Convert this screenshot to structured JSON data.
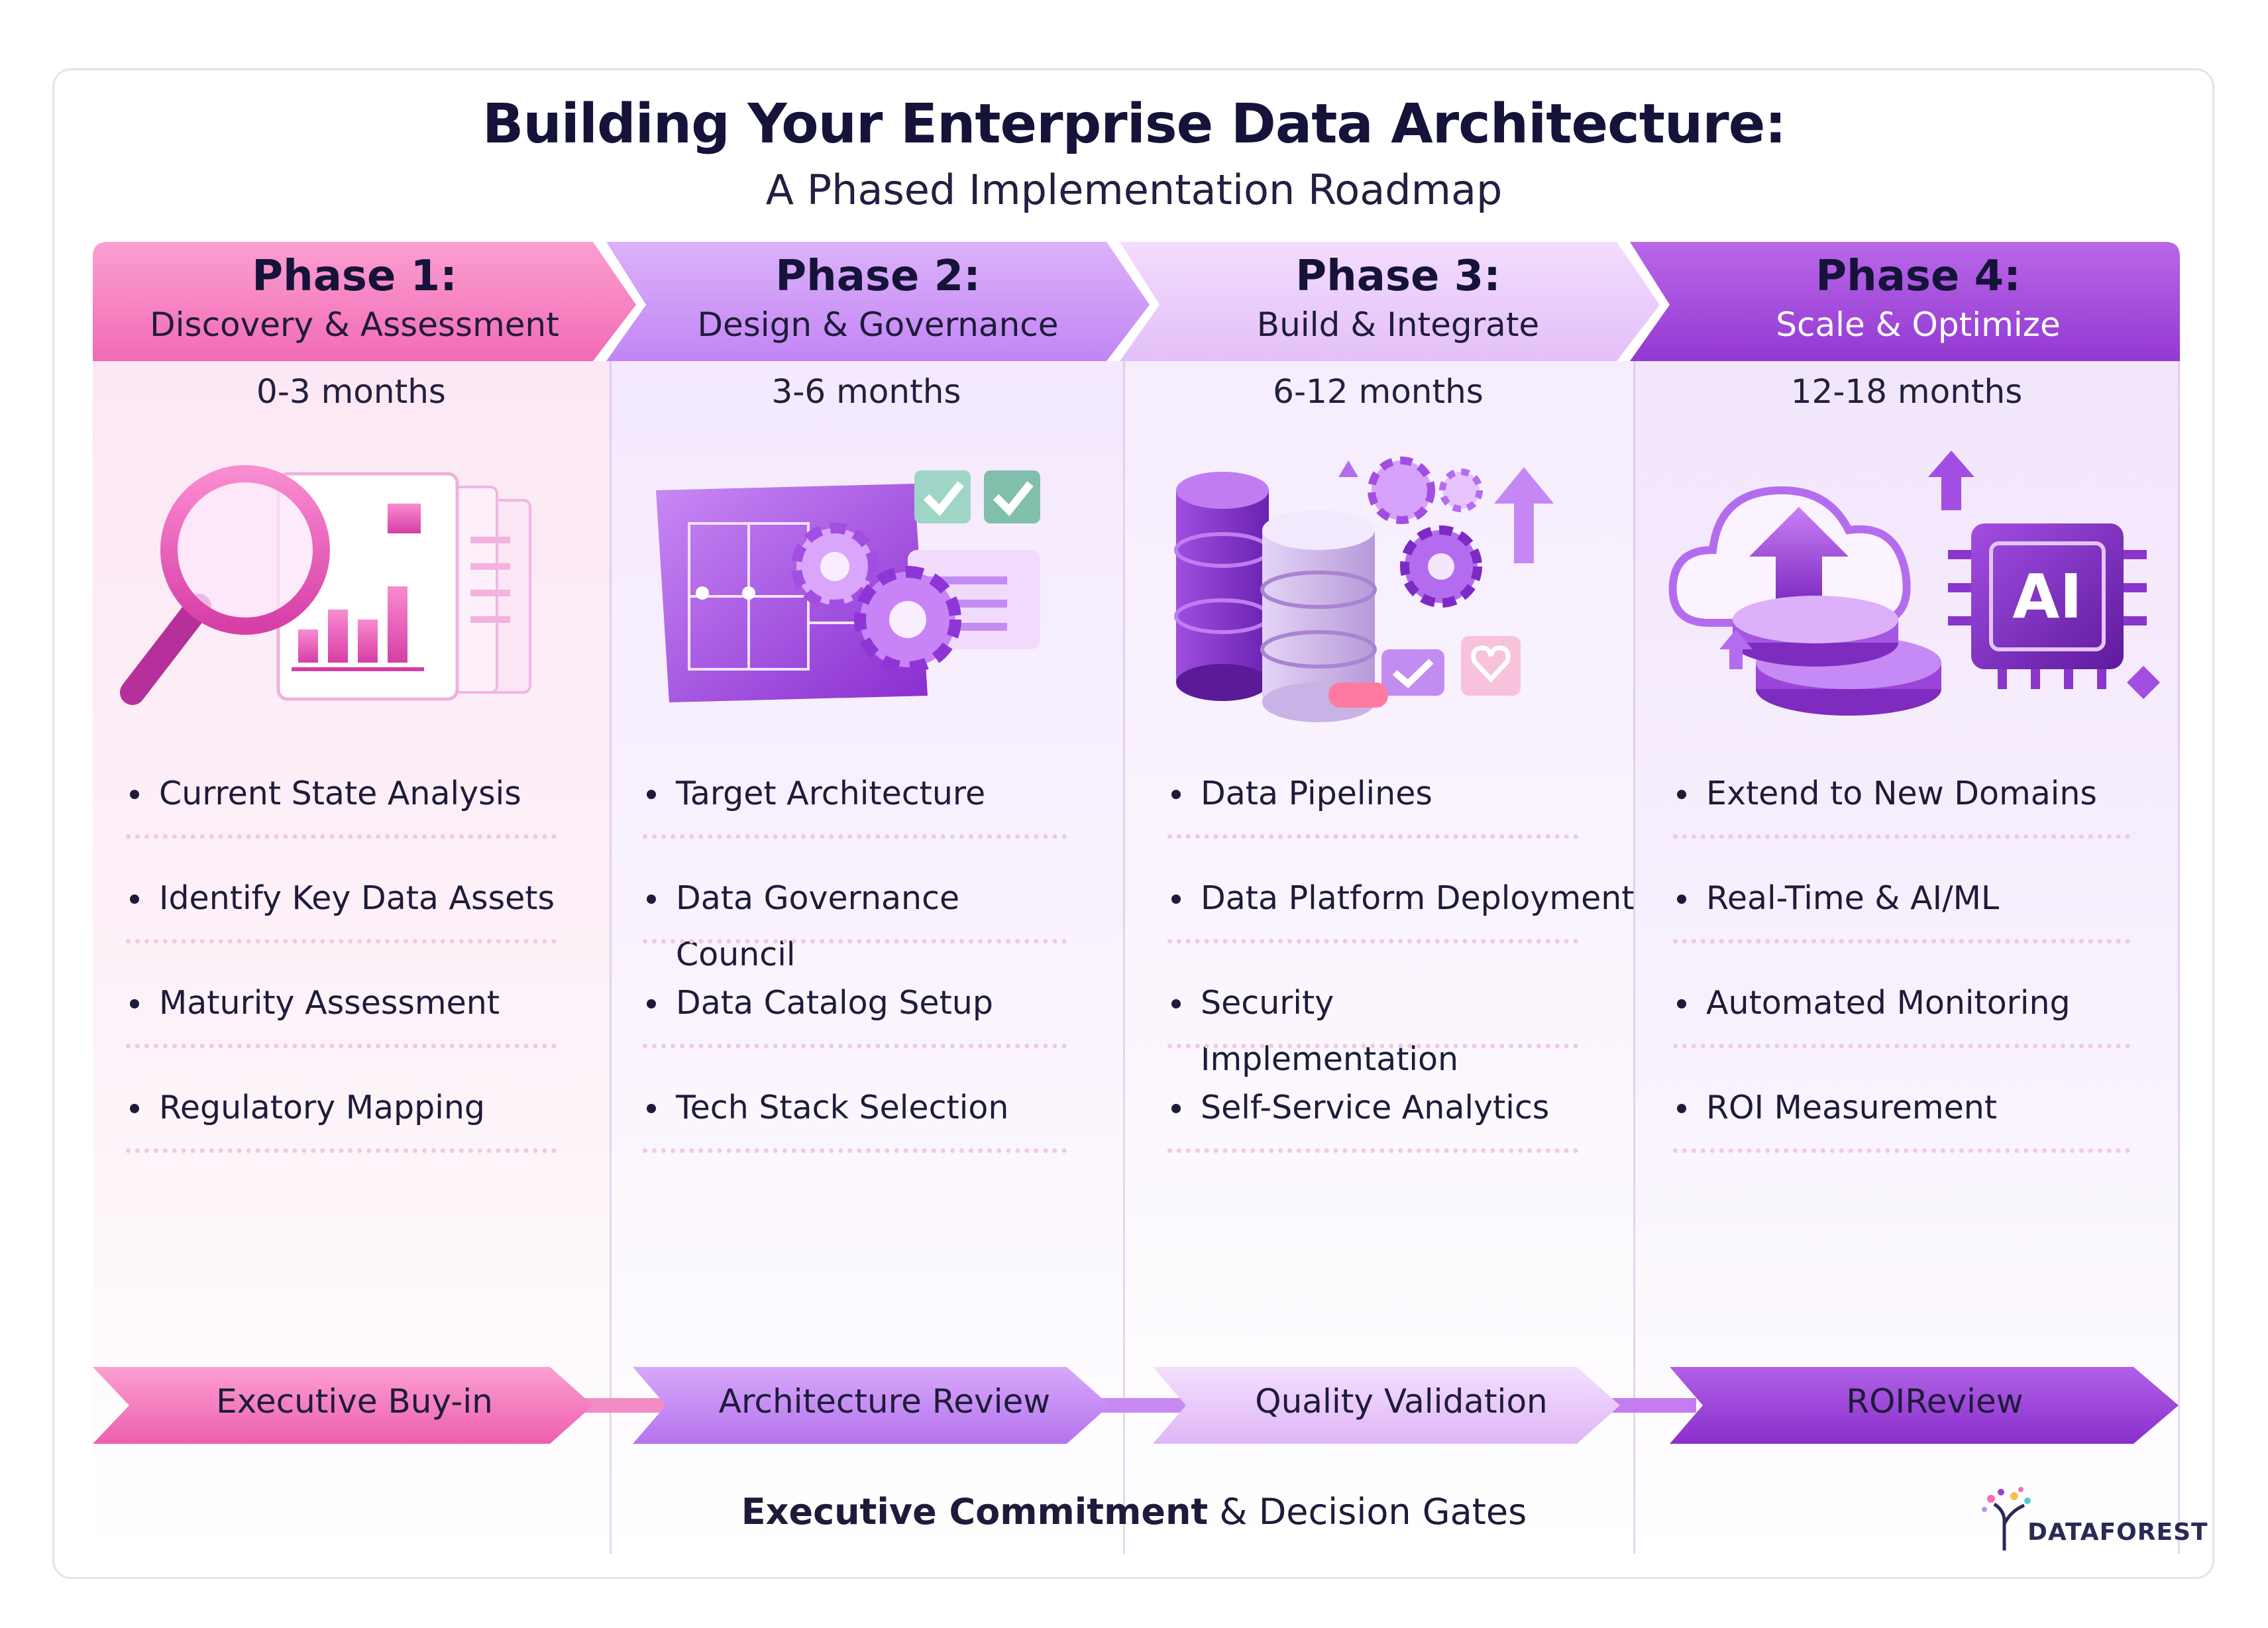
{
  "header": {
    "title": "Building Your Enterprise Data Architecture:",
    "subtitle": "A Phased Implementation Roadmap"
  },
  "phases": [
    {
      "name": "Phase 1:",
      "subtitle": "Discovery & Assessment",
      "duration": "0-3 months",
      "illustration": "magnifier-report-icon",
      "items": [
        "Current State Analysis",
        "Identify Key Data Assets",
        "Maturity Assessment",
        "Regulatory Mapping"
      ],
      "gate": "Executive Buy-in",
      "color": "#f46fb8"
    },
    {
      "name": "Phase 2:",
      "subtitle": "Design & Governance",
      "duration": "3-6 months",
      "illustration": "blueprint-gears-icon",
      "items": [
        "Target Architecture",
        "Data Governance Council",
        "Data Catalog Setup",
        "Tech Stack Selection"
      ],
      "gate": "Architecture Review",
      "color": "#c58af5"
    },
    {
      "name": "Phase 3:",
      "subtitle": "Build & Integrate",
      "duration": "6-12 months",
      "illustration": "database-pipeline-icon",
      "items": [
        "Data Pipelines",
        "Data Platform Deployment",
        "Security Implementation",
        "Self-Service Analytics"
      ],
      "gate": "Quality Validation",
      "color": "#e2bdf8"
    },
    {
      "name": "Phase 4:",
      "subtitle": "Scale & Optimize",
      "duration": "12-18 months",
      "illustration": "cloud-ai-chip-icon",
      "items": [
        "Extend to New Domains",
        "Real-Time & AI/ML",
        "Automated Monitoring",
        "ROI Measurement"
      ],
      "gate": "ROIReview",
      "color": "#9b3fd6"
    }
  ],
  "footer": {
    "bold": "Executive Commitment",
    "rest": " & Decision Gates"
  },
  "brand": {
    "name": "DATAFOREST"
  }
}
